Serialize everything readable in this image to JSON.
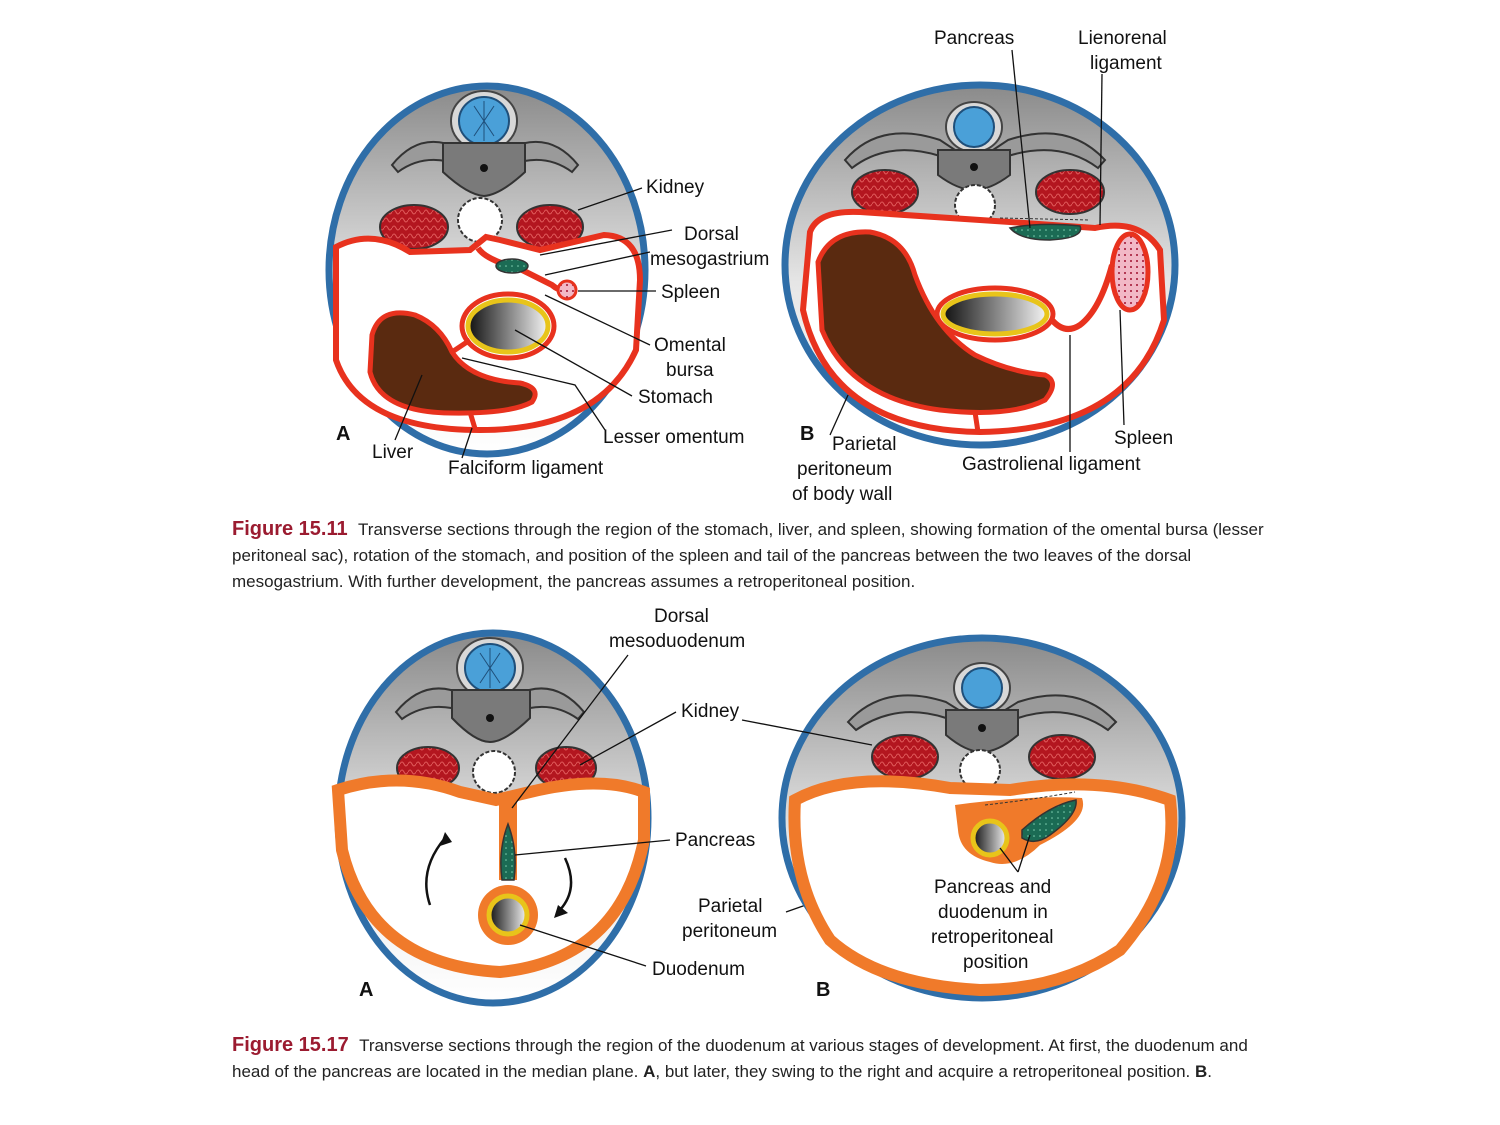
{
  "figure_15_11": {
    "labels": {
      "kidney": "Kidney",
      "dorsal_mesogastrium_1": "Dorsal",
      "dorsal_mesogastrium_2": "mesogastrium",
      "spleen_a": "Spleen",
      "omental_bursa_1": "Omental",
      "omental_bursa_2": "bursa",
      "stomach": "Stomach",
      "lesser_omentum": "Lesser omentum",
      "liver": "Liver",
      "falciform_ligament": "Falciform ligament",
      "panel_a": "A",
      "panel_b": "B",
      "pancreas": "Pancreas",
      "lienorenal_1": "Lienorenal",
      "lienorenal_2": "ligament",
      "parietal_1": "Parietal",
      "parietal_2": "peritoneum",
      "parietal_3": "of body wall",
      "spleen_b": "Spleen",
      "gastrolienal": "Gastrolienal ligament"
    },
    "caption": {
      "number": "Figure 15.11",
      "text": "Transverse sections through the region of the stomach, liver, and spleen, showing formation of the omental bursa (lesser peritoneal sac), rotation of the stomach, and position of the spleen and tail of the pancreas between the two leaves of the dorsal mesogastrium. With further development, the pancreas assumes a retroperitoneal position."
    }
  },
  "figure_15_17": {
    "labels": {
      "dorsal_mesoduodenum_1": "Dorsal",
      "dorsal_mesoduodenum_2": "mesoduodenum",
      "kidney": "Kidney",
      "pancreas": "Pancreas",
      "parietal_1": "Parietal",
      "parietal_2": "peritoneum",
      "duodenum": "Duodenum",
      "panel_a": "A",
      "panel_b": "B",
      "retro_1": "Pancreas and",
      "retro_2": "duodenum in",
      "retro_3": "retroperitoneal",
      "retro_4": "position"
    },
    "caption": {
      "number": "Figure 15.17",
      "text_1": "Transverse sections through the region of the duodenum at various stages of development. At first, the duodenum and head of the pancreas are located in the median plane. ",
      "bold_a": "A",
      "text_2": ", but later, they swing to the right and acquire a retroperitoneal position. ",
      "bold_b": "B",
      "text_3": "."
    }
  },
  "colors": {
    "body_wall": "#2f6ea8",
    "peritoneum": "#e8321e",
    "orange": "#f07a2a",
    "kidney": "#b3161f",
    "liver": "#5a2a10",
    "pancreas": "#1b6b54",
    "spine": "#4aa0d8",
    "vertebra": "#777777",
    "caption_accent": "#9b1b30"
  }
}
